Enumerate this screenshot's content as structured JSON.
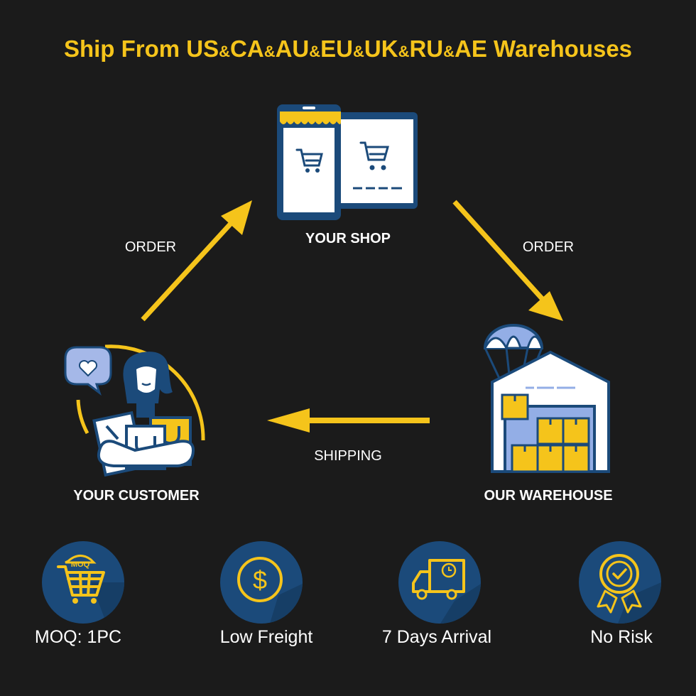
{
  "title": {
    "parts": [
      "Ship From US",
      "&",
      "CA",
      "&",
      "AU",
      "&",
      "EU",
      "&",
      "UK",
      "&",
      "RU",
      "&",
      "AE Warehouses"
    ]
  },
  "nodes": {
    "shop": "YOUR SHOP",
    "customer": "YOUR CUSTOMER",
    "warehouse": "OUR WAREHOUSE"
  },
  "edges": {
    "customer_to_shop": "ORDER",
    "shop_to_warehouse": "ORDER",
    "warehouse_to_customer": "SHIPPING"
  },
  "features": [
    {
      "icon": "moq-cart-icon",
      "label": "MOQ: 1PC",
      "badge": "MOQ"
    },
    {
      "icon": "dollar-coin-icon",
      "label": "Low Freight"
    },
    {
      "icon": "delivery-truck-icon",
      "label": "7 Days Arrival"
    },
    {
      "icon": "quality-badge-icon",
      "label": "No Risk"
    }
  ],
  "colors": {
    "accent": "#f5c41b",
    "navy": "#1b4a7a",
    "background": "#1b1b1b",
    "light_blue": "#93aee6"
  }
}
